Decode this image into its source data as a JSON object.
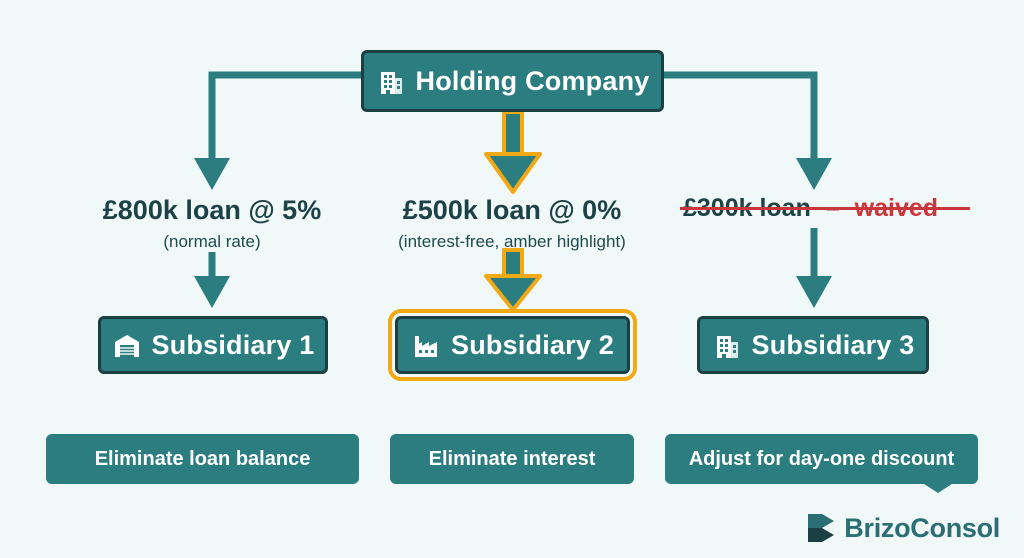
{
  "holding": {
    "label": "Holding Company",
    "icon": "office-building-icon"
  },
  "loans": [
    {
      "amount": "£800k loan @ 5%",
      "note": "(normal rate)"
    },
    {
      "amount": "£500k loan @ 0%",
      "note": "(interest-free, amber highlight)"
    },
    {
      "amount": "£300k loan",
      "separator": "–",
      "status": "waived"
    }
  ],
  "subsidiaries": [
    {
      "label": "Subsidiary 1",
      "icon": "warehouse-icon"
    },
    {
      "label": "Subsidiary 2",
      "icon": "factory-icon"
    },
    {
      "label": "Subsidiary 3",
      "icon": "office-building-icon"
    }
  ],
  "actions": [
    {
      "label": "Eliminate loan balance"
    },
    {
      "label": "Eliminate interest"
    },
    {
      "label": "Adjust for day-one discount"
    }
  ],
  "brand": {
    "name": "BrizoConsol",
    "icon": "brizo-logo-icon"
  },
  "colors": {
    "teal": "#2b7d80",
    "dark_teal": "#1c3f44",
    "amber": "#f2a916",
    "red": "#c9363b",
    "background": "#f1f8f8"
  }
}
